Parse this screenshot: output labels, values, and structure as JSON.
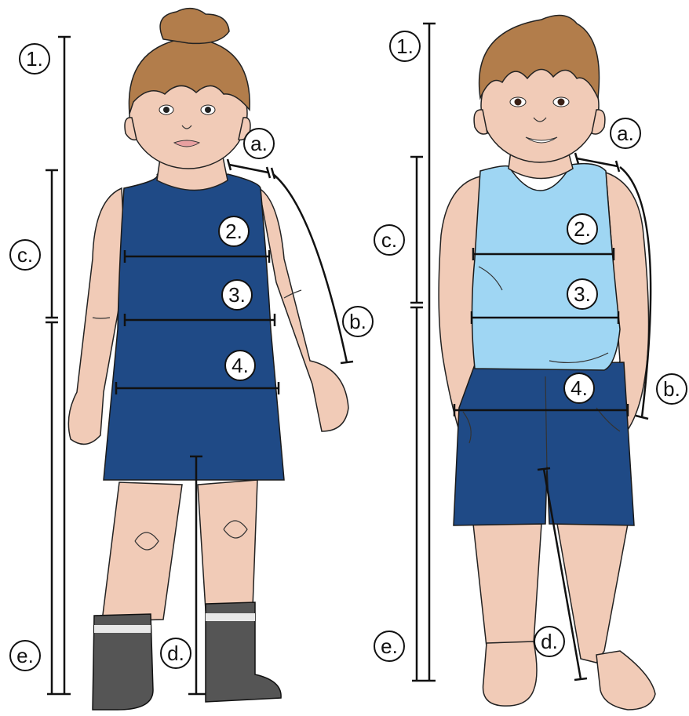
{
  "girl": {
    "labels": {
      "height": "1.",
      "chest": "2.",
      "waist": "3.",
      "hip": "4.",
      "shoulder": "a.",
      "arm": "b.",
      "upper": "c.",
      "inseam": "d.",
      "lower": "e."
    }
  },
  "boy": {
    "labels": {
      "height": "1.",
      "chest": "2.",
      "waist": "3.",
      "hip": "4.",
      "shoulder": "a.",
      "arm": "b.",
      "upper": "c.",
      "inseam": "d.",
      "lower": "e."
    }
  },
  "colors": {
    "skin": "#f1cbb7",
    "hair": "#b27d4b",
    "dress": "#1f4a86",
    "tank_top": "#9fd6f3",
    "shorts": "#1f4a86",
    "boots": "#555555"
  }
}
